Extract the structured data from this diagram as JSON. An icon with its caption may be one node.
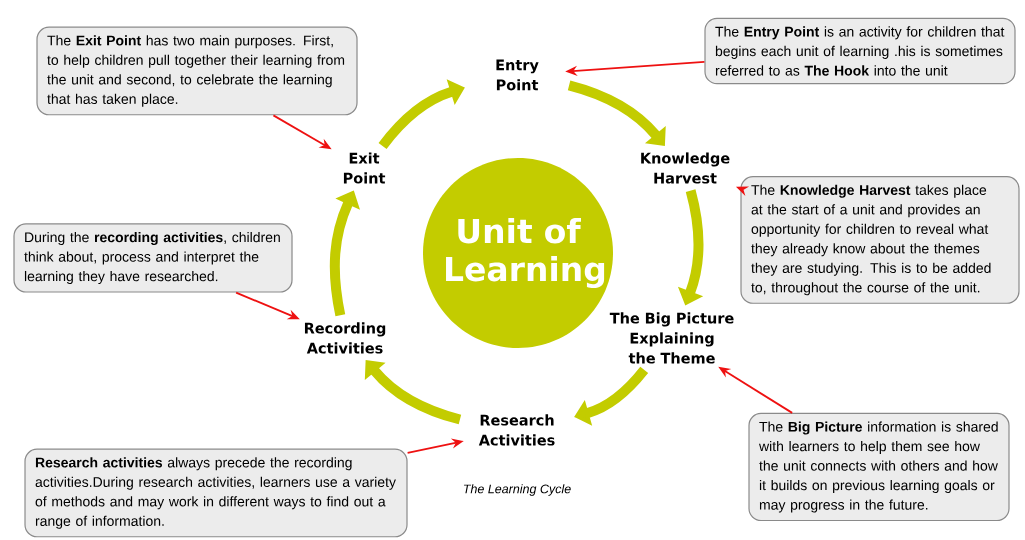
{
  "diagram": {
    "caption": "The Learning Cycle",
    "nodes": [
      {
        "text": [
          "Unit of Learning"
        ]
      },
      {
        "text": [
          "Entry Point"
        ]
      },
      {
        "text": [
          "Knowledge Harvest"
        ]
      },
      {
        "text": [
          "The Big Picture Explaining the Theme"
        ]
      },
      {
        "text": [
          "Research Activities"
        ]
      },
      {
        "text": [
          "Recording Activities"
        ]
      },
      {
        "text": [
          "Exit Point"
        ]
      },
      {
        "text": [
          "The **Exit Point** has two main purposes. First, to help children pull together their learning from the unit and second, to celebrate the learning that has taken place."
        ]
      },
      {
        "text": [
          "The **Entry Point** is an activity for children that begins each unit of learning .his is sometimes referred to as **The Hook** into the unit"
        ]
      },
      {
        "text": [
          "The **Knowledge Harvest** takes place at the start of a unit and provides an opportunity for children to reveal what they already know about the themes they are studying. This is to be added to, throughout the course of the unit."
        ]
      },
      {
        "text": [
          "During the **recording activities**, children think about, process and interpret the learning they have researched."
        ]
      },
      {
        "text": [
          "**Research activities** always precede the recording activities.During research activities, learners use a variety of methods and may work in different ways to find out a range of information."
        ]
      },
      {
        "text": [
          "The **Big Picture** information is shared with learners to help them see how the unit connects with others and how it builds on previous learning goals or may progress in the future."
        ]
      }
    ],
    "edges": [
      {
        "from": 6,
        "to": 1,
        "arrow": "to",
        "style": "thick",
        "color": "#c3cc00"
      },
      {
        "from": 1,
        "to": 2,
        "arrow": "to",
        "style": "thick",
        "color": "#c3cc00"
      },
      {
        "from": 2,
        "to": 3,
        "arrow": "to",
        "style": "thick",
        "color": "#c3cc00"
      },
      {
        "from": 3,
        "to": 4,
        "arrow": "to",
        "style": "thick",
        "color": "#c3cc00"
      },
      {
        "from": 4,
        "to": 5,
        "arrow": "to",
        "style": "thick",
        "color": "#c3cc00"
      },
      {
        "from": 5,
        "to": 6,
        "arrow": "to",
        "style": "thick",
        "color": "#c3cc00"
      },
      {
        "from": 7,
        "to": 6,
        "arrow": "to",
        "color": "#ee1111"
      },
      {
        "from": 8,
        "to": 1,
        "arrow": "to",
        "color": "#ee1111"
      },
      {
        "from": 9,
        "to": 2,
        "arrow": "to",
        "color": "#ee1111"
      },
      {
        "from": 10,
        "to": 5,
        "arrow": "to",
        "color": "#ee1111"
      },
      {
        "from": 11,
        "to": 4,
        "arrow": "to",
        "color": "#ee1111"
      },
      {
        "from": 12,
        "to": 3,
        "arrow": "to",
        "color": "#ee1111"
      }
    ]
  }
}
